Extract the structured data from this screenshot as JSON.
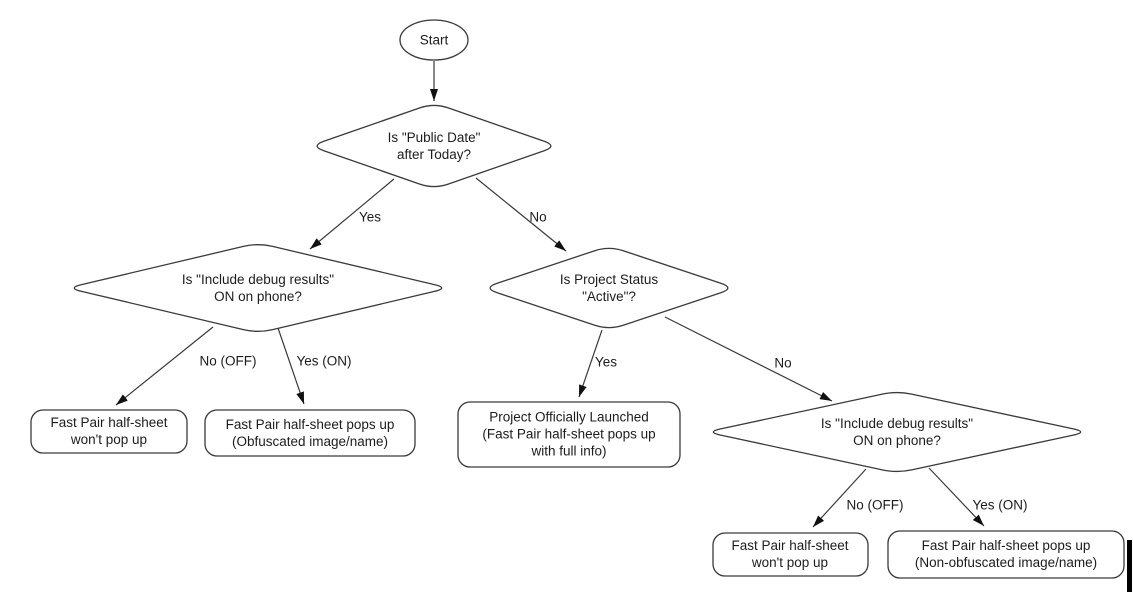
{
  "nodes": {
    "start": {
      "label": "Start"
    },
    "d_public_date": {
      "lines": [
        "Is \"Public Date\"",
        "after Today?"
      ]
    },
    "d_debug_left": {
      "lines": [
        "Is \"Include debug results\"",
        "ON on phone?"
      ]
    },
    "d_status": {
      "lines": [
        "Is Project Status",
        "\"Active\"?"
      ]
    },
    "d_debug_right": {
      "lines": [
        "Is \"Include debug results\"",
        "ON on phone?"
      ]
    },
    "box_wont_pop_left": {
      "lines": [
        "Fast Pair half-sheet",
        "won't pop up"
      ]
    },
    "box_obfuscated": {
      "lines": [
        "Fast Pair half-sheet pops up",
        "(Obfuscated image/name)"
      ]
    },
    "box_launched": {
      "lines": [
        "Project Officially Launched",
        "(Fast Pair half-sheet pops up",
        "with full info)"
      ]
    },
    "box_wont_pop_right": {
      "lines": [
        "Fast Pair half-sheet",
        "won't pop up"
      ]
    },
    "box_non_obfuscated": {
      "lines": [
        "Fast Pair half-sheet pops up",
        "(Non-obfuscated image/name)"
      ]
    }
  },
  "edge_labels": {
    "public_date_yes": "Yes",
    "public_date_no": "No",
    "debug_left_no_off": "No (OFF)",
    "debug_left_yes_on": "Yes (ON)",
    "status_yes": "Yes",
    "status_no": "No",
    "debug_right_no_off": "No (OFF)",
    "debug_right_yes_on": "Yes (ON)"
  },
  "colors": {
    "background": "#ffffff",
    "node_stroke": "#3a3a3a",
    "text": "#1c1c1c",
    "arrow": "#111111",
    "cursor": "#000000"
  }
}
